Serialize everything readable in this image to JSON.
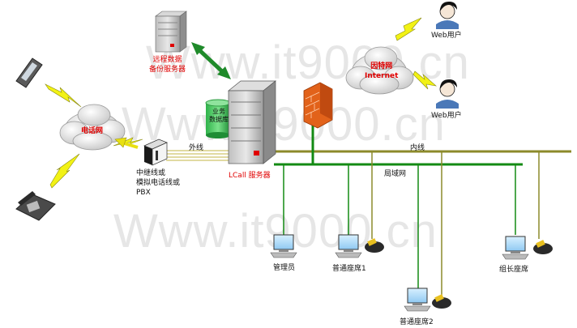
{
  "watermark": "Www.it9000.cn",
  "labels": {
    "backup_server": "远程数据\n备份服务器",
    "db": "业务\n数据库",
    "lcall_server": "LCall 服务器",
    "phone_net": "电话网",
    "trunk_line": "中继线或\n模拟电话线或\nPBX",
    "outer_line": "外线",
    "inner_line": "内线",
    "lan": "局域网",
    "internet": "因特网\nInternet",
    "web_user_top": "Web用户",
    "web_user_bottom": "Web用户",
    "admin": "管理员",
    "seat1": "普通座席1",
    "seat2": "普通座席2",
    "leader": "组长座席"
  },
  "colors": {
    "lan_line": "#138a13",
    "inner_line": "#8c8a2a",
    "outer_line": "#c8c070",
    "red": "#e00000",
    "arrow_green": "#1f8a2a",
    "lightning": "#f2f215"
  }
}
